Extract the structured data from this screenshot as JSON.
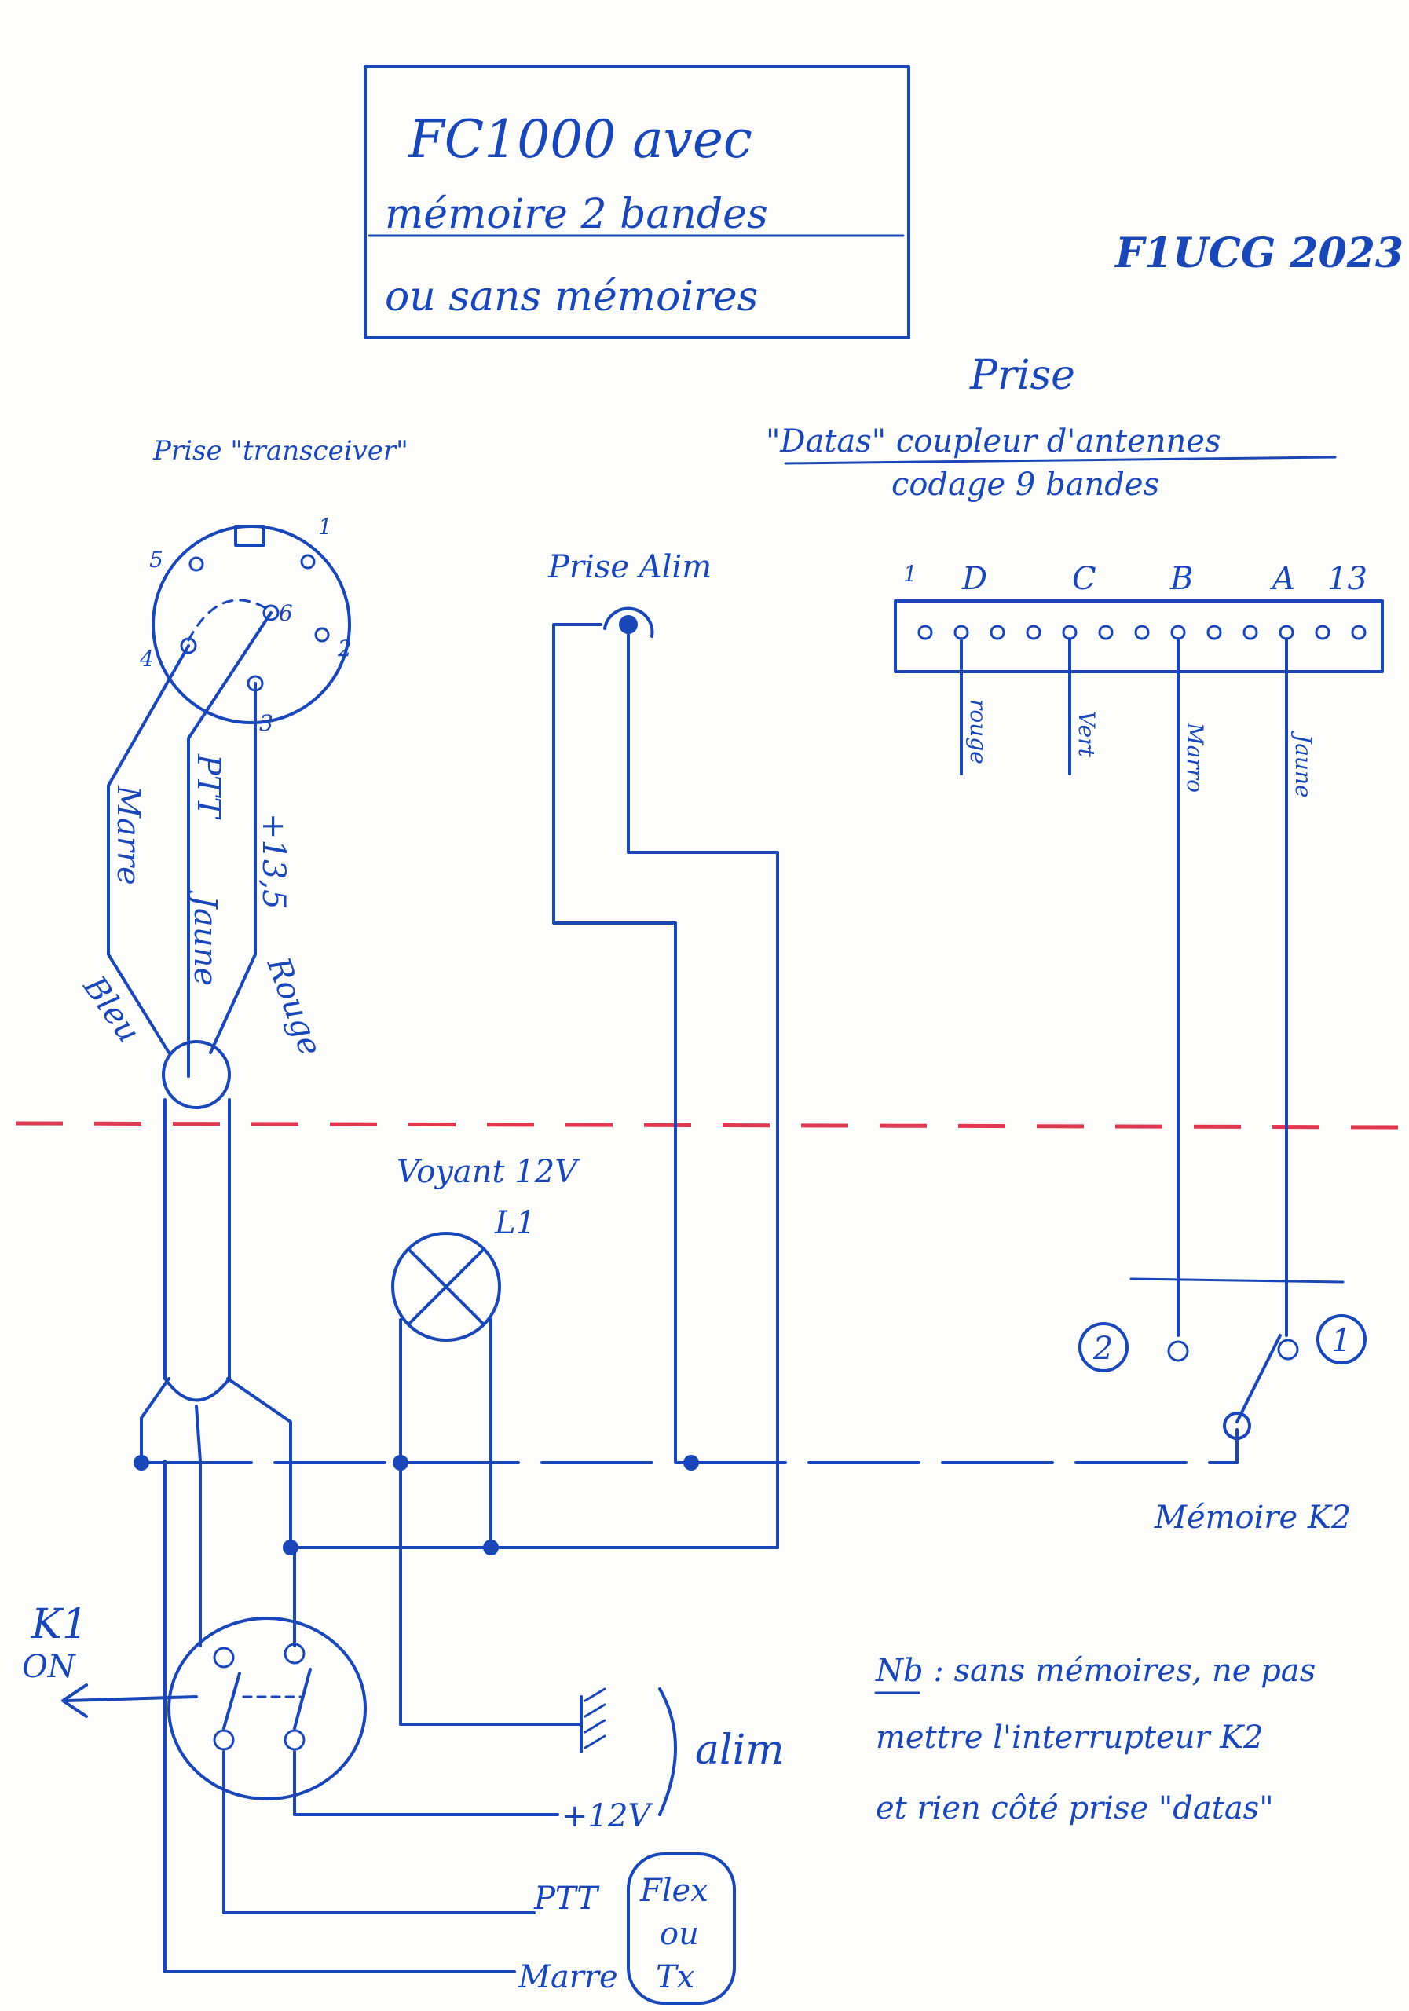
{
  "title": {
    "line1": "FC1000 avec",
    "line2": "mémoire 2 bandes",
    "line3": "ou sans mémoires"
  },
  "author": "F1UCG 2023",
  "transceiver_socket": {
    "label": "Prise \"transceiver\"",
    "pins": [
      "1",
      "2",
      "3",
      "4",
      "5",
      "6"
    ],
    "wire_marron": "Marre",
    "wire_ptt": "PTT",
    "wire_plus": "+13,5",
    "wire_bleu": "Bleu",
    "wire_jaune": "Jaune",
    "wire_rouge": "Rouge"
  },
  "alim_socket": {
    "label": "Prise Alim"
  },
  "datas_socket": {
    "label_top": "Prise",
    "label_main": "\"Datas\" coupleur d'antennes",
    "label_sub": "codage 9 bandes",
    "pin_first": "1",
    "pin_D": "D",
    "pin_C": "C",
    "pin_B": "B",
    "pin_A": "A",
    "pin_last": "13",
    "wire_rouge": "rouge",
    "wire_vert": "Vert",
    "wire_marron": "Marro",
    "wire_jaune": "Jaune"
  },
  "lamp": {
    "label": "Voyant 12V",
    "ref": "L1"
  },
  "k2": {
    "label": "Mémoire K2",
    "pos2": "2",
    "pos1": "1"
  },
  "k1": {
    "label": "K1",
    "on": "ON"
  },
  "outputs": {
    "alim": "alim",
    "plus12": "+12V",
    "ptt": "PTT",
    "marron": "Marre",
    "flex": "Flex",
    "ou": "ou",
    "tx": "Tx"
  },
  "note": {
    "line1": "Nb : sans mémoires, ne pas",
    "line2": "mettre l'interrupteur K2",
    "line3": "et rien côté prise \"datas\""
  },
  "colors": {
    "ink": "#1a47b8",
    "separator": "#e0384f",
    "paper": "#fdfdfb"
  }
}
